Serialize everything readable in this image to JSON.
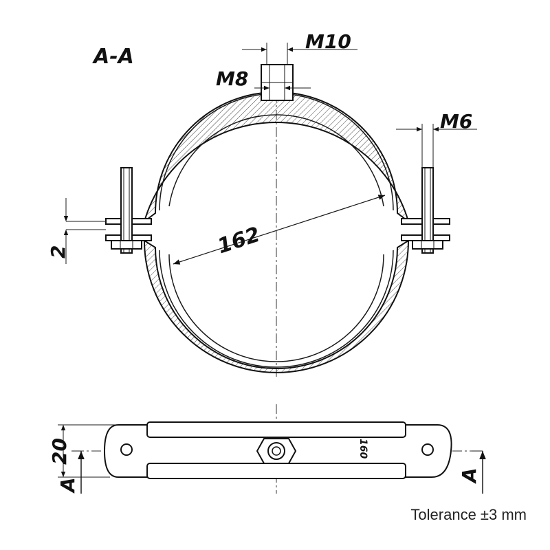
{
  "section_label": "A-A",
  "dims": {
    "m10": "M10",
    "m8": "M8",
    "m6": "M6",
    "diameter": "162",
    "gap": "2",
    "width": "20",
    "cut_left": "A",
    "cut_right": "A",
    "stamp": "160"
  },
  "tolerance": "Tolerance ±3 mm",
  "colors": {
    "line": "#1a1a1a",
    "background": "#ffffff"
  }
}
